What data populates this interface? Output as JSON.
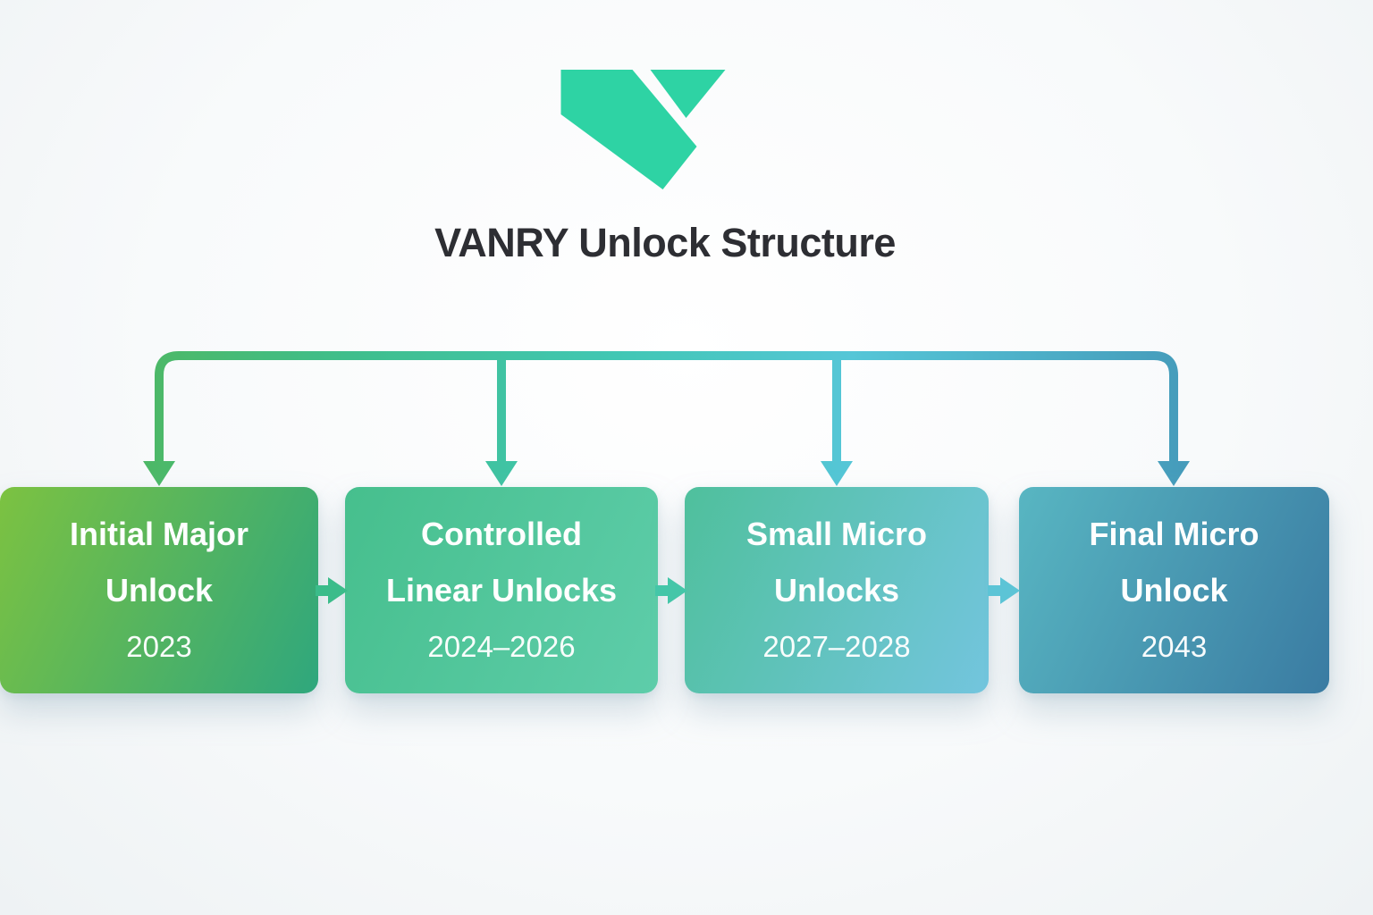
{
  "title": "VANRY Unlock Structure",
  "logo": {
    "name": "VANRY brand mark",
    "color": "#2ed3a4"
  },
  "connector": {
    "gradient": [
      "#57b44b",
      "#3fbe8b",
      "#41c7b4",
      "#55c6d7",
      "#3d84ab"
    ]
  },
  "flow": {
    "nodes": [
      {
        "line1": "Initial Major",
        "line2": "Unlock",
        "period": "2023",
        "color_from": "#7cc241",
        "color_to": "#2fa77d"
      },
      {
        "line1": "Controlled",
        "line2": "Linear Unlocks",
        "period": "2024–2026",
        "color_from": "#46bf8d",
        "color_to": "#5ecdaa"
      },
      {
        "line1": "Small Micro",
        "line2": "Unlocks",
        "period": "2027–2028",
        "color_from": "#4fc09c",
        "color_to": "#73c5de"
      },
      {
        "line1": "Final Micro",
        "line2": "Unlock",
        "period": "2043",
        "color_from": "#58b6c2",
        "color_to": "#3a7ba2"
      }
    ],
    "arrows": [
      {
        "color": "#3bbc8a"
      },
      {
        "color": "#44c6a8"
      },
      {
        "color": "#5cc4d6"
      }
    ]
  }
}
